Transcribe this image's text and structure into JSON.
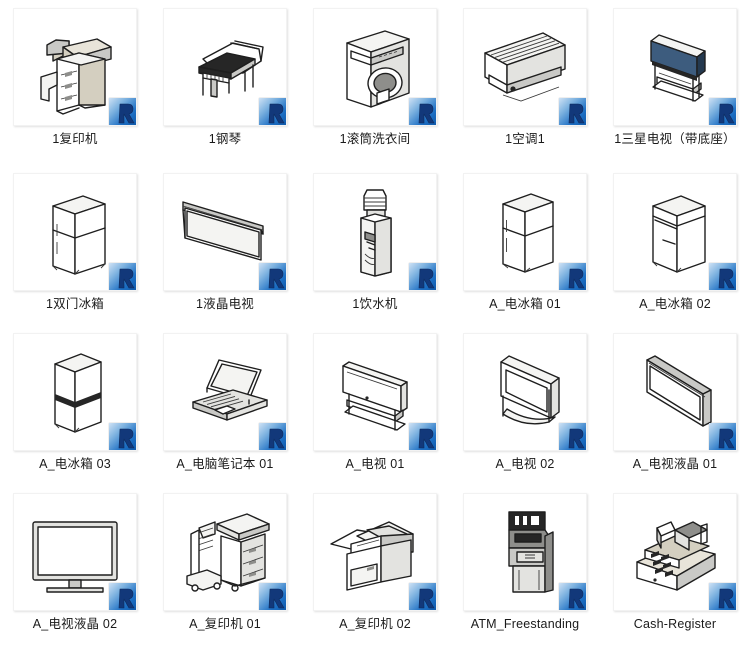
{
  "window": {
    "view_mode": "large-icons-grid",
    "columns": 5,
    "rows": 4,
    "item_count": 20,
    "badge_icon": "revit-family-file-badge",
    "background_color": "#ffffff",
    "label_color": "#1a1a1a"
  },
  "items": [
    {
      "label": "1复印机",
      "icon": "copier-icon",
      "art": "copier1"
    },
    {
      "label": "1钢琴",
      "icon": "grand-piano-icon",
      "art": "piano"
    },
    {
      "label": "1滚筒洗衣间",
      "icon": "washing-machine-icon",
      "art": "washer"
    },
    {
      "label": "1空调1",
      "icon": "air-conditioner-icon",
      "art": "aircon"
    },
    {
      "label": "1三星电视（带底座）",
      "icon": "television-stand-icon",
      "art": "tvstand"
    },
    {
      "label": "1双门冰箱",
      "icon": "refrigerator-icon",
      "art": "fridge1"
    },
    {
      "label": "1液晶电视",
      "icon": "lcd-television-icon",
      "art": "lcdtilt"
    },
    {
      "label": "1饮水机",
      "icon": "water-dispenser-icon",
      "art": "dispenser"
    },
    {
      "label": "A_电冰箱 01",
      "icon": "refrigerator-icon",
      "art": "fridge2"
    },
    {
      "label": "A_电冰箱 02",
      "icon": "refrigerator-icon",
      "art": "fridge3"
    },
    {
      "label": "A_电冰箱 03",
      "icon": "refrigerator-icon",
      "art": "fridge4"
    },
    {
      "label": "A_电脑笔记本 01",
      "icon": "laptop-icon",
      "art": "laptop"
    },
    {
      "label": "A_电视 01",
      "icon": "television-icon",
      "art": "tv01"
    },
    {
      "label": "A_电视 02",
      "icon": "television-icon",
      "art": "tv02"
    },
    {
      "label": "A_电视液晶 01",
      "icon": "lcd-television-icon",
      "art": "lcd01"
    },
    {
      "label": "A_电视液晶 02",
      "icon": "lcd-television-icon",
      "art": "lcd02"
    },
    {
      "label": "A_复印机 01",
      "icon": "copier-icon",
      "art": "copier2"
    },
    {
      "label": "A_复印机 02",
      "icon": "printer-icon",
      "art": "printer"
    },
    {
      "label": "ATM_Freestanding",
      "icon": "atm-machine-icon",
      "art": "atm"
    },
    {
      "label": "Cash-Register",
      "icon": "cash-register-icon",
      "art": "register"
    }
  ]
}
